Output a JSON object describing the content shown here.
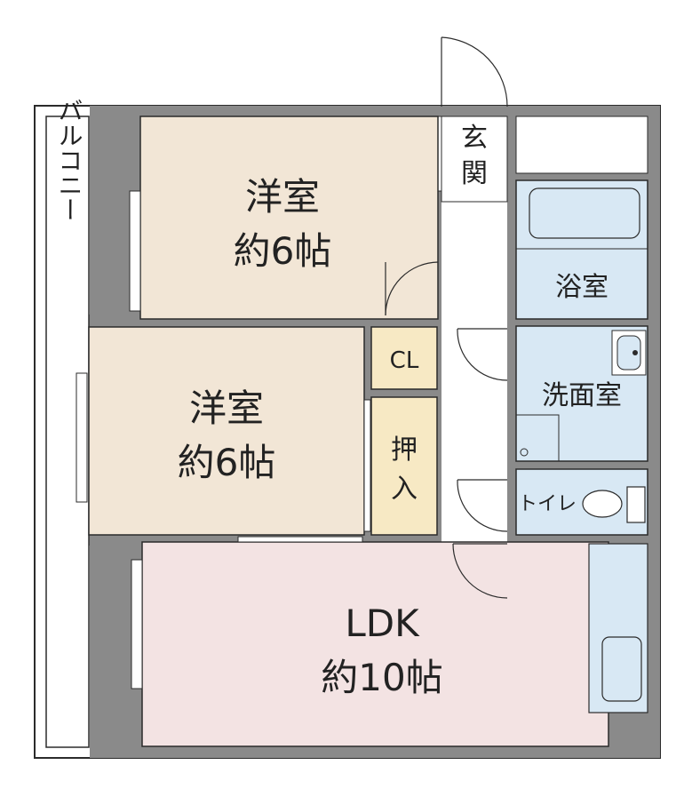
{
  "colors": {
    "wall": "#8a8a8a",
    "bedroom_fill": "#f2e6d6",
    "storage_fill": "#f7e9c4",
    "ldk_fill": "#f3e3e3",
    "wet_fill": "#d8e8f4",
    "outline": "#2b2b2b",
    "bg": "#ffffff"
  },
  "rooms": {
    "bedroom1": {
      "name": "洋室",
      "size": "約6帖"
    },
    "bedroom2": {
      "name": "洋室",
      "size": "約6帖"
    },
    "ldk": {
      "name": "LDK",
      "size": "約10帖"
    },
    "closet": {
      "name": "CL"
    },
    "oshiire": {
      "name1": "押",
      "name2": "入"
    },
    "entrance": {
      "name1": "玄",
      "name2": "関"
    },
    "bath": {
      "name": "浴室"
    },
    "washroom": {
      "name": "洗面室"
    },
    "toilet": {
      "name": "トイレ"
    },
    "balcony": {
      "name": "バルコニー"
    }
  }
}
